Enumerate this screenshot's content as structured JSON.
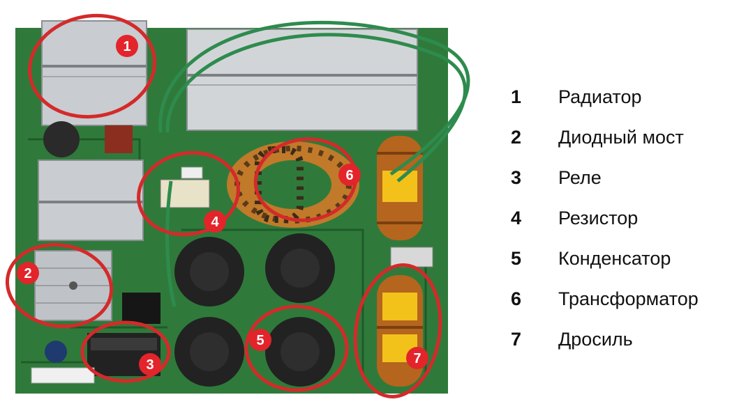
{
  "markers": [
    {
      "num": "1"
    },
    {
      "num": "2"
    },
    {
      "num": "3"
    },
    {
      "num": "4"
    },
    {
      "num": "5"
    },
    {
      "num": "6"
    },
    {
      "num": "7"
    }
  ],
  "legend": [
    {
      "num": "1",
      "label": "Радиатор"
    },
    {
      "num": "2",
      "label": "Диодный мост"
    },
    {
      "num": "3",
      "label": "Реле"
    },
    {
      "num": "4",
      "label": "Резистор"
    },
    {
      "num": "5",
      "label": "Конденсатор"
    },
    {
      "num": "6",
      "label": "Трансформатор"
    },
    {
      "num": "7",
      "label": "Дросиль"
    }
  ],
  "colors": {
    "pcb": "#2f7a3a",
    "pcb_dark": "#1f5a2a",
    "heatsink": "#c9ccd0",
    "capacitor": "#222222",
    "copper": "#b5651d",
    "yellow_tape": "#f2c21b",
    "marker": "#e3242b",
    "circle": "#d42a2a"
  }
}
